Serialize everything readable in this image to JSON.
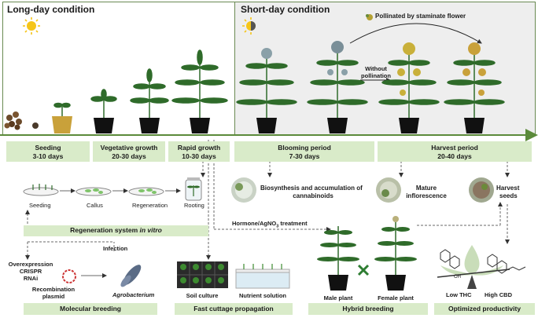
{
  "top_sections": {
    "long_day": "Long-day condition",
    "short_day": "Short-day condition"
  },
  "pollination": {
    "pollinated_label": "Pollinated by staminate flower",
    "without_label_1": "Without",
    "without_label_2": "pollination"
  },
  "stages": [
    {
      "name": "Seeding",
      "duration": "3-10 days"
    },
    {
      "name": "Vegetative growth",
      "duration": "20-30 days"
    },
    {
      "name": "Rapid growth",
      "duration": "10-30 days"
    },
    {
      "name": "Blooming period",
      "duration": "7-30 days"
    },
    {
      "name": "Harvest period",
      "duration": "20-40 days"
    }
  ],
  "regeneration": {
    "steps": [
      "Seeding",
      "Callus",
      "Regeneration",
      "Rooting"
    ],
    "banner_prefix": "Regeneration system ",
    "banner_italic": "in vitro"
  },
  "outcomes": {
    "biosynthesis_1": "Biosynthesis and accumulation of",
    "biosynthesis_2": "cannabinoids",
    "mature_1": "Mature",
    "mature_2": "inflorescence",
    "harvest_1": "Harvest",
    "harvest_2": "seeds"
  },
  "molecular": {
    "methods": [
      "Overexpression",
      "CRISPR",
      "RNAi"
    ],
    "plasmid_1": "Recombination",
    "plasmid_2": "plasmid",
    "agro": "Agrobacterium",
    "infection": "Infection"
  },
  "cuttage": {
    "soil": "Soil culture",
    "nutrient": "Nutrient solution"
  },
  "hormone": {
    "prefix": "Hormone/AgNO",
    "sub": "3",
    "suffix": " treatment"
  },
  "hybrid": {
    "male": "Male plant",
    "female": "Female plant"
  },
  "productivity": {
    "thc": "Low  THC",
    "cbd": "High CBD",
    "oh": "OH"
  },
  "bottom_labels": {
    "molecular": "Molecular breeding",
    "cuttage": "Fast cuttage propagation",
    "hybrid": "Hybrid breeding",
    "productivity": "Optimized productivity"
  },
  "colors": {
    "frame_green": "#6a8a52",
    "band_green": "#d9ebc9",
    "arrow_green": "#5b8a3a",
    "short_day_bg": "#eeeeee",
    "pot_black": "#111111",
    "leaf_green": "#2f6b2a",
    "sun_yellow": "#f5c518"
  }
}
